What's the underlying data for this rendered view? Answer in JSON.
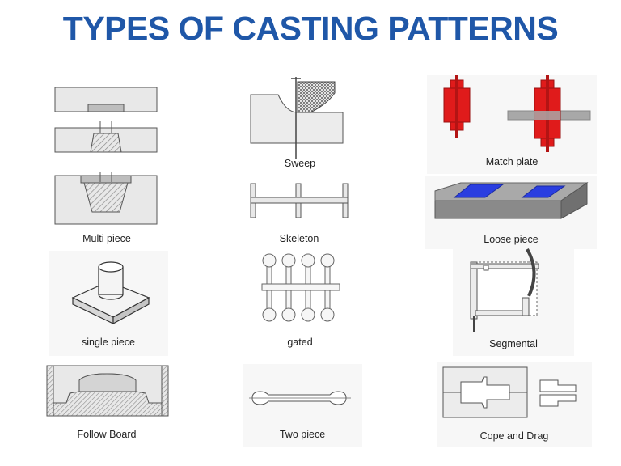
{
  "title": "TYPES OF CASTING PATTERNS",
  "colors": {
    "title": "#1f57a8",
    "line": "#555555",
    "fill_light": "#e6e6e6",
    "hatch": "#9a9a9a",
    "red": "#e01b1b",
    "blue": "#2a3ee0",
    "plate_gray": "#a8a8a8"
  },
  "patterns": [
    {
      "id": "multi-piece",
      "label": "Multi piece"
    },
    {
      "id": "sweep",
      "label": "Sweep"
    },
    {
      "id": "match-plate",
      "label": "Match plate"
    },
    {
      "id": "skeleton",
      "label": "Skeleton"
    },
    {
      "id": "loose-piece",
      "label": "Loose piece"
    },
    {
      "id": "single-piece",
      "label": "single piece"
    },
    {
      "id": "gated",
      "label": "gated"
    },
    {
      "id": "segmental",
      "label": "Segmental"
    },
    {
      "id": "follow-board",
      "label": "Follow Board"
    },
    {
      "id": "two-piece",
      "label": "Two  piece"
    },
    {
      "id": "cope-and-drag",
      "label": "Cope and Drag"
    }
  ]
}
